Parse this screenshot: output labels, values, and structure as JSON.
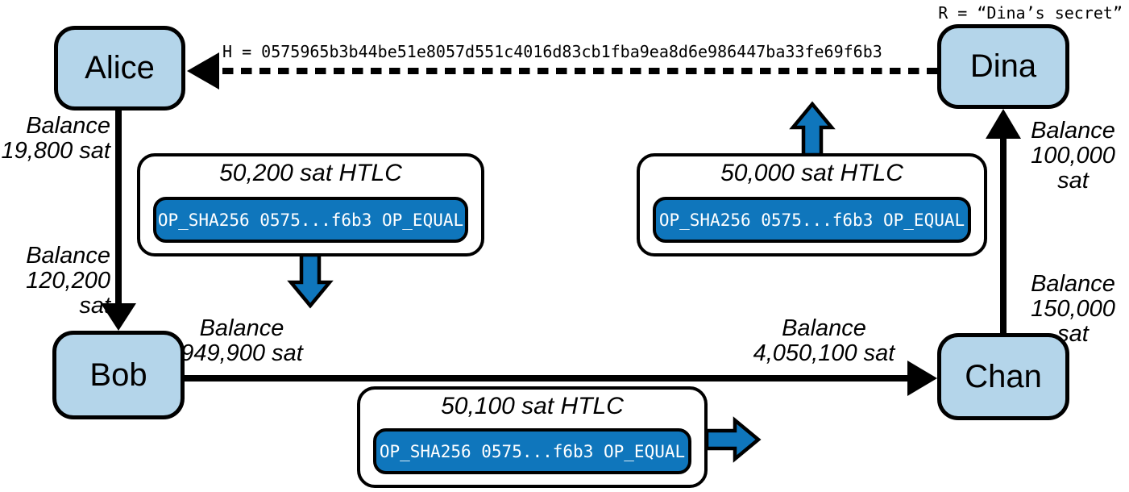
{
  "colors": {
    "node_fill": "#b4d5ea",
    "htlc_blue": "#0f76bc",
    "outline": "#000000"
  },
  "annotations": {
    "secret": "R = “Dina’s secret”",
    "hash": "H = 0575965b3b44be51e8057d551c4016d83cb1fba9ea8d6e986447ba33fe69f6b3"
  },
  "nodes": {
    "alice": {
      "label": "Alice"
    },
    "bob": {
      "label": "Bob"
    },
    "chan": {
      "label": "Chan"
    },
    "dina": {
      "label": "Dina"
    }
  },
  "balances": {
    "alice_ab": "Balance\n19,800 sat",
    "bob_ab": "Balance\n120,200 sat",
    "bob_bc": "Balance\n949,900 sat",
    "chan_bc": "Balance\n4,050,100 sat",
    "chan_cd": "Balance\n150,000 sat",
    "dina_cd": "Balance\n100,000 sat"
  },
  "htlcs": [
    {
      "title": "50,200 sat HTLC",
      "script": "OP_SHA256 0575...f6b3 OP_EQUAL",
      "direction": "down"
    },
    {
      "title": "50,000 sat HTLC",
      "script": "OP_SHA256 0575...f6b3 OP_EQUAL",
      "direction": "up"
    },
    {
      "title": "50,100 sat HTLC",
      "script": "OP_SHA256 0575...f6b3 OP_EQUAL",
      "direction": "right"
    }
  ]
}
